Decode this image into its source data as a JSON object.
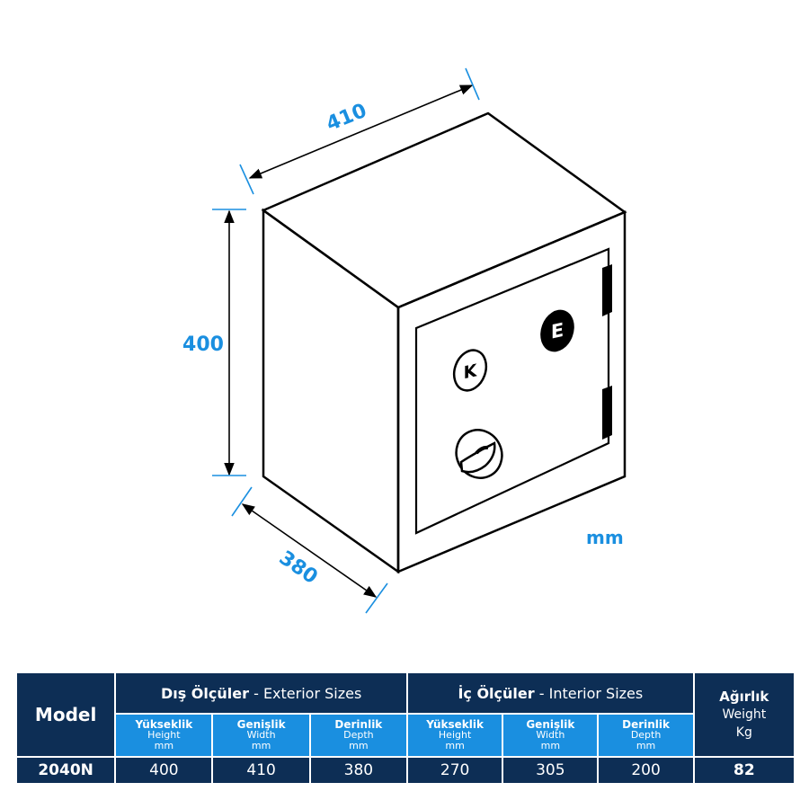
{
  "diagram": {
    "dimensions": {
      "width_label": "410",
      "height_label": "400",
      "depth_label": "380"
    },
    "unit_label": "mm",
    "door_icons": {
      "key_lock_letter": "K",
      "electronic_lock_letter": "E"
    },
    "colors": {
      "accent_blue": "#1a8fe0",
      "table_dark": "#0d2e55",
      "table_blue": "#1a8fe0",
      "line_black": "#000000"
    }
  },
  "table": {
    "model_header": "Model",
    "exterior_group": {
      "tr": "Dış Ölçüler",
      "sep": " - ",
      "en": "Exterior Sizes"
    },
    "interior_group": {
      "tr": "İç Ölçüler",
      "sep": " - ",
      "en": "Interior Sizes"
    },
    "weight_header": {
      "tr": "Ağırlık",
      "en": "Weight",
      "unit": "Kg"
    },
    "sub_headers": [
      {
        "tr": "Yükseklik",
        "en": "Height",
        "unit": "mm"
      },
      {
        "tr": "Genişlik",
        "en": "Width",
        "unit": "mm"
      },
      {
        "tr": "Derinlik",
        "en": "Depth",
        "unit": "mm"
      },
      {
        "tr": "Yükseklik",
        "en": "Height",
        "unit": "mm"
      },
      {
        "tr": "Genişlik",
        "en": "Width",
        "unit": "mm"
      },
      {
        "tr": "Derinlik",
        "en": "Depth",
        "unit": "mm"
      }
    ],
    "rows": [
      {
        "model": "2040N",
        "ext_height": "400",
        "ext_width": "410",
        "ext_depth": "380",
        "int_height": "270",
        "int_width": "305",
        "int_depth": "200",
        "weight": "82"
      }
    ]
  }
}
